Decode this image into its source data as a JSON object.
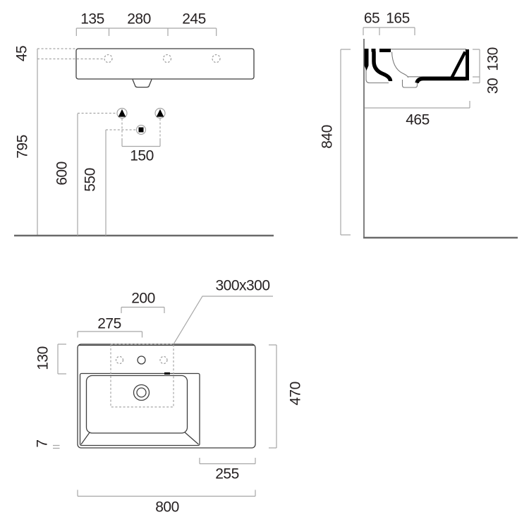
{
  "front_view": {
    "dim_135": "135",
    "dim_280": "280",
    "dim_245": "245",
    "dim_45": "45",
    "dim_795": "795",
    "dim_600": "600",
    "dim_550": "550",
    "dim_150": "150"
  },
  "side_view": {
    "dim_65": "65",
    "dim_165": "165",
    "dim_130": "130",
    "dim_30": "30",
    "dim_465": "465",
    "dim_840": "840"
  },
  "plan_view": {
    "dim_200": "200",
    "dim_275": "275",
    "cutout_label": "300x300",
    "dim_130": "130",
    "dim_7": "7",
    "dim_470": "470",
    "dim_255": "255",
    "dim_800": "800"
  },
  "symbols": {
    "water_supply": "triangle-in-circle",
    "drain_waste": "square-in-circle",
    "faucet_holes": "dashed-circle"
  },
  "colors": {
    "background": "#ffffff",
    "object_line": "#3f3f3f",
    "dimension_line": "#a6a6a6",
    "profile_fill": "#000000"
  }
}
